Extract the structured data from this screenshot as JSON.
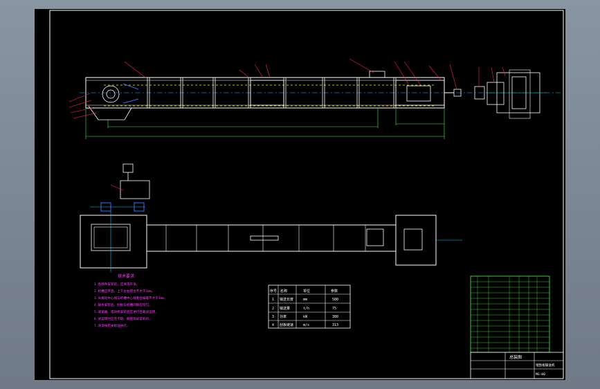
{
  "drawing": {
    "title_block": {
      "title": "总装图",
      "drawing_name": "埋刮板输送机",
      "drawing_no": "MG-00"
    },
    "spec_table": {
      "headers": [
        "序号",
        "名称",
        "单位",
        "参数"
      ],
      "rows": [
        [
          "1",
          "输送长度",
          "mm",
          "580"
        ],
        [
          "2",
          "输送量",
          "t/h",
          "75"
        ],
        [
          "3",
          "功率",
          "kW",
          "380"
        ],
        [
          "4",
          "刮板链速",
          "m/s",
          "313"
        ]
      ]
    },
    "tech_notes": {
      "title": "技术要求",
      "lines": [
        "1.各部件安装前，应清洗干净。",
        "2.机槽应平直，上下左右错位不大于2mm。",
        "3.头尾轮中心线与机槽中心线重合偏差不大于3mm。",
        "4.链条安装后，刮板与机槽间隙应均匀。",
        "5.减速器、电动机安装后应进行空载试运转。",
        "6.试运转时应无卡链、跳链及异常响声。",
        "7.涂漆按有关标准执行。"
      ]
    },
    "colors": {
      "paper": "#000000",
      "frame": "#ffffff",
      "outline": "#ffffff",
      "dashed_chain": "#ffff00",
      "balloons": "#ff2060",
      "dimensions": "#40ff40",
      "notes": "#ff40ff",
      "center": "#00c8ff",
      "parts_list": "#40ff40"
    }
  }
}
